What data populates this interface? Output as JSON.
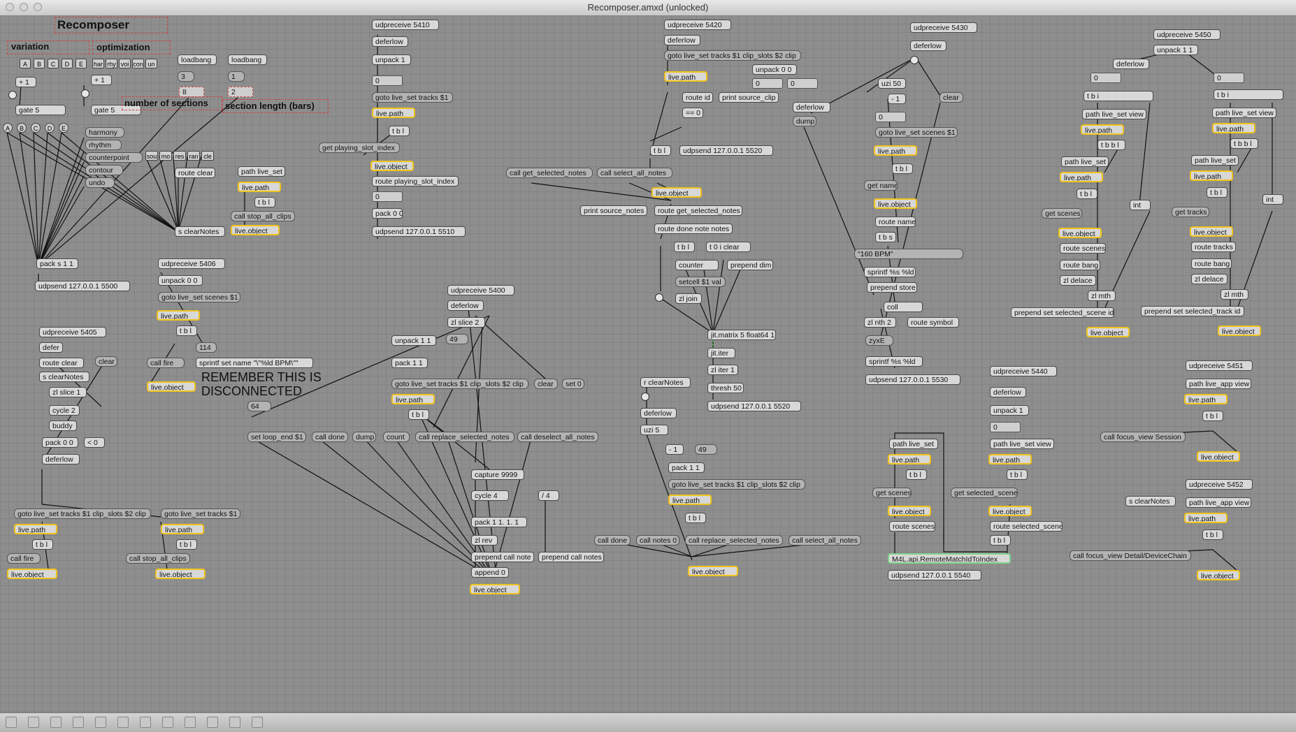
{
  "window": {
    "title": "Recomposer.amxd (unlocked)"
  },
  "comments": {
    "recomposer": "Recomposer",
    "variation": "variation",
    "optimization": "optimization",
    "num_sections": "number of sections",
    "section_length": "section length (bars)",
    "remember": "REMEMBER THIS IS DISCONNECTED"
  },
  "tabs": {
    "variation": [
      "A",
      "B",
      "C",
      "D",
      "E"
    ],
    "optimization": [
      "har",
      "rhy",
      "voi",
      "con",
      "un"
    ],
    "targets": [
      "sou",
      "mo",
      "res",
      "ran",
      "cle"
    ],
    "gate_outs": [
      "A",
      "B",
      "C",
      "D",
      "E"
    ]
  },
  "text": {
    "gate_a": "gate 5",
    "plus1_a": "+ 1",
    "gate_b": "gate 5",
    "plus1_b": "+ 1",
    "harmony": "harmony",
    "rhythm": "rhythm",
    "counterpoint": "counterpoint",
    "contour": "contour",
    "undo": "undo",
    "loadbang1": "loadbang",
    "loadbang2": "loadbang",
    "n3": "3",
    "n1": "1",
    "n8": "8",
    "n2": "2",
    "route_clear": "route clear",
    "path_live_set": "path live_set",
    "live_path_a": "live.path",
    "tbl_a": "t b l",
    "call_stop_all": "call stop_all_clips",
    "live_object_a": "live.object",
    "s_clearnotes": "s clearNotes",
    "pack_s11": "pack s 1 1",
    "udpsend_5500": "udpsend 127.0.0.1 5500",
    "udprecv_5406": "udpreceive 5406",
    "unpack00": "unpack 0 0",
    "goto_scenes": "goto live_set scenes $1",
    "live_path_b": "live.path",
    "tbl_b": "t b l",
    "n114": "114",
    "call_fire": "call fire",
    "sprintf_bpm": "sprintf set name \"\\\"%ld BPM\\\"\"",
    "live_object_b": "live.object",
    "udprecv_5405": "udpreceive 5405",
    "defer": "defer",
    "route_clear2": "route clear",
    "clear": "clear",
    "s_clearnotes2": "s clearNotes",
    "zl_slice1": "zl slice 1",
    "cycle2": "cycle 2",
    "buddy": "buddy",
    "pack00": "pack 0 0",
    "lt0": "< 0",
    "deferlow_c": "deferlow",
    "goto_clip_a": "goto live_set tracks $1 clip_slots $2 clip",
    "goto_tracks_a": "goto live_set tracks $1",
    "live_path_c": "live.path",
    "live_path_d": "live.path",
    "tbl_c": "t b l",
    "tbl_d": "t b l",
    "call_fire2": "call fire",
    "call_stop2": "call stop_all_clips",
    "live_object_c": "live.object",
    "live_object_d": "live.object",
    "udprecv_5410": "udpreceive 5410",
    "deferlow_5410": "deferlow",
    "unpack1": "unpack 1",
    "n0_a": "0",
    "goto_tracks_b": "goto live_set tracks $1",
    "live_path_e": "live.path",
    "tbl_e": "t b l",
    "get_playing": "get playing_slot_index",
    "live_object_e": "live.object",
    "route_playing": "route playing_slot_index",
    "n0_b": "0",
    "pack00_b": "pack 0 0",
    "udpsend_5510": "udpsend 127.0.0.1 5510",
    "udprecv_5400": "udpreceive 5400",
    "deferlow_5400": "deferlow",
    "zl_slice2": "zl slice 2",
    "unpack11": "unpack 1 1",
    "n49": "49",
    "pack11": "pack 1 1",
    "goto_clip_b": "goto live_set tracks $1 clip_slots $2 clip",
    "clear2": "clear",
    "set0": "set 0",
    "live_path_f": "live.path",
    "tbl_f": "t b l",
    "n64": "64",
    "set_loop_end": "set loop_end $1",
    "call_done": "call done",
    "dump": "dump",
    "count": "count",
    "call_replace": "call replace_selected_notes",
    "call_deselect": "call deselect_all_notes",
    "capture": "capture 9999",
    "cycle4": "cycle 4",
    "div4": "/ 4",
    "pack1111": "pack 1 1. 1. 1",
    "zl_rev": "zl rev",
    "prepend_call_note": "prepend call note",
    "prepend_call_notes": "prepend call notes",
    "append0": "append 0",
    "live_object_f": "live.object",
    "udprecv_5420": "udpreceive 5420",
    "deferlow_5420": "deferlow",
    "goto_clip_c": "goto live_set tracks $1 clip_slots $2 clip",
    "live_path_g": "live.path",
    "unpack00_c": "unpack 0 0",
    "n0_c": "0",
    "n0_d": "0",
    "route_id": "route id",
    "print_source_clip": "print source_clip",
    "eq0": "== 0",
    "tbl_g": "t b l",
    "udpsend_5520": "udpsend 127.0.0.1 5520",
    "call_get_selected": "call get_selected_notes",
    "call_select_all": "call select_all_notes",
    "live_object_g": "live.object",
    "print_source_notes": "print source_notes",
    "route_get_selected": "route get_selected_notes",
    "route_done_note": "route done note notes",
    "tbl_h": "t b l",
    "t0i_clear": "t 0 i clear",
    "counter": "counter",
    "prepend_dim": "prepend dim",
    "setcell": "setcell $1 val",
    "zl_join": "zl join",
    "jit_matrix": "jit.matrix 5 float64 1",
    "jit_iter": "jit.iter",
    "zl_iter": "zl iter 1",
    "thresh": "thresh 50",
    "udpsend_5520b": "udpsend 127.0.0.1 5520",
    "r_clearnotes": "r clearNotes",
    "deferlow_r": "deferlow",
    "uzi5": "uzi 5",
    "m1": "- 1",
    "n49b": "49",
    "pack11b": "pack 1 1",
    "goto_clip_d": "goto live_set tracks $1 clip_slots $2 clip",
    "live_path_h": "live.path",
    "tbl_i": "t b l",
    "call_done2": "call done",
    "call_notes0": "call notes 0",
    "call_replace2": "call replace_selected_notes",
    "call_select_all2": "call select_all_notes",
    "live_object_h": "live.object",
    "udprecv_5430": "udpreceive 5430",
    "deferlow_5430": "deferlow",
    "uzi50": "uzi 50",
    "clear3": "clear",
    "deferlow_dump": "deferlow",
    "dump2": "dump",
    "m1b": "- 1",
    "n0_e": "0",
    "goto_scenes2": "goto live_set scenes $1",
    "live_path_i": "live.path",
    "tbl_j": "t b l",
    "get_name": "get name",
    "live_object_i": "live.object",
    "route_name": "route name",
    "tbs": "t b s",
    "bpm_msg": "\"160 BPM\"",
    "sprintf_ld": "sprintf %s %ld",
    "prepend_store": "prepend store",
    "coll": "coll",
    "zl_nth": "zl nth 2",
    "route_symbol": "route symbol",
    "zyxe": "zyxE",
    "sprintf_s_ld": "sprintf %s %ld",
    "udpsend_5530": "udpsend 127.0.0.1 5530",
    "udprecv_5440": "udpreceive 5440",
    "deferlow_5440": "deferlow",
    "unpack1b": "unpack 1",
    "n0_f": "0",
    "path_live_set2": "path live_set",
    "path_lsv": "path live_set view",
    "live_path_j": "live.path",
    "live_path_k": "live.path",
    "tbl_k": "t b l",
    "tbl_l": "t b l",
    "get_scenes": "get scenes",
    "get_selected_scene": "get selected_scene",
    "live_object_j": "live.object",
    "live_object_k": "live.object",
    "route_scenes": "route scenes",
    "route_selected_scene": "route selected_scene",
    "tbl_m": "t b l",
    "m4l_api": "M4L.api.RemoteMatchIdToIndex",
    "udpsend_5540": "udpsend 127.0.0.1 5540",
    "udprecv_5450": "udpreceive 5450",
    "unpack11c": "unpack 1 1",
    "deferlow_5450": "deferlow",
    "n0_g": "0",
    "n0_h": "0",
    "tbi_a": "t b i",
    "tbi_b": "t b i",
    "path_lsv_a": "path live_set view",
    "path_lsv_b": "path live_set view",
    "live_path_l": "live.path",
    "live_path_m": "live.path",
    "tbbl_a": "t b b l",
    "tbbl_b": "t b b l",
    "path_ls_a": "path live_set",
    "path_ls_b": "path live_set",
    "live_path_n": "live.path",
    "live_path_o": "live.path",
    "tbl_n": "t b l",
    "tbl_o": "t b l",
    "int_a": "int",
    "int_b": "int",
    "get_scenes2": "get scenes",
    "get_tracks": "get tracks",
    "live_object_l": "live.object",
    "live_object_m": "live.object",
    "route_scenes2": "route scenes",
    "route_tracks": "route tracks",
    "route_bang_a": "route bang",
    "route_bang_b": "route bang",
    "zl_delace_a": "zl delace",
    "zl_delace_b": "zl delace",
    "zl_mth_a": "zl mth",
    "zl_mth_b": "zl mth",
    "prepend_scene": "prepend set selected_scene id",
    "prepend_track": "prepend set selected_track id",
    "live_object_n": "live.object",
    "live_object_o": "live.object",
    "udprecv_5451": "udpreceive 5451",
    "path_app_view": "path live_app view",
    "live_path_p": "live.path",
    "tbl_p": "t b l",
    "call_focus_session": "call focus_view Session",
    "live_object_p": "live.object",
    "udprecv_5452": "udpreceive 5452",
    "s_clearnotes3": "s clearNotes",
    "path_app_view2": "path live_app view",
    "live_path_q": "live.path",
    "tbl_q": "t b l",
    "call_focus_detail": "call focus_view Detail/DeviceChain",
    "live_object_q": "live.object"
  },
  "toolbar": {
    "icons": [
      "lock-icon",
      "presentation-icon",
      "warning-icon",
      "add-object-icon",
      "move-icon",
      "patcher-icon",
      "inspector-icon",
      "front-icon",
      "back-icon",
      "grid-icon",
      "snap-icon",
      "undo-icon"
    ]
  },
  "colors": {
    "canvas": "#8e8e8e",
    "live_path_border": "#f1c21b",
    "api_border": "#7fd28a",
    "comment_border": "#c44444"
  }
}
